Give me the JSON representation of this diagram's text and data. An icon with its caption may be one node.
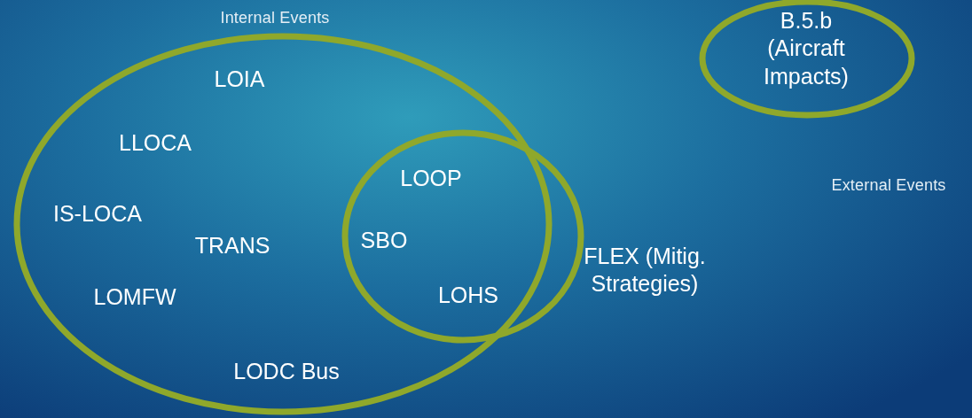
{
  "diagram": {
    "nodes": [
      {
        "text": [
          "Internal Events",
          "LOIA",
          "LLOCA",
          "IS-LOCA",
          "TRANS",
          "LOMFW",
          "LODC Bus"
        ]
      },
      {
        "text": [
          "LOOP",
          "SBO",
          "LOHS"
        ],
        "beside": [
          "FLEX (Mitig. Strategies)"
        ]
      },
      {
        "text": [
          "B.5.b (Aircraft Impacts)"
        ]
      }
    ],
    "edges": [],
    "labels": [
      "External Events"
    ]
  }
}
